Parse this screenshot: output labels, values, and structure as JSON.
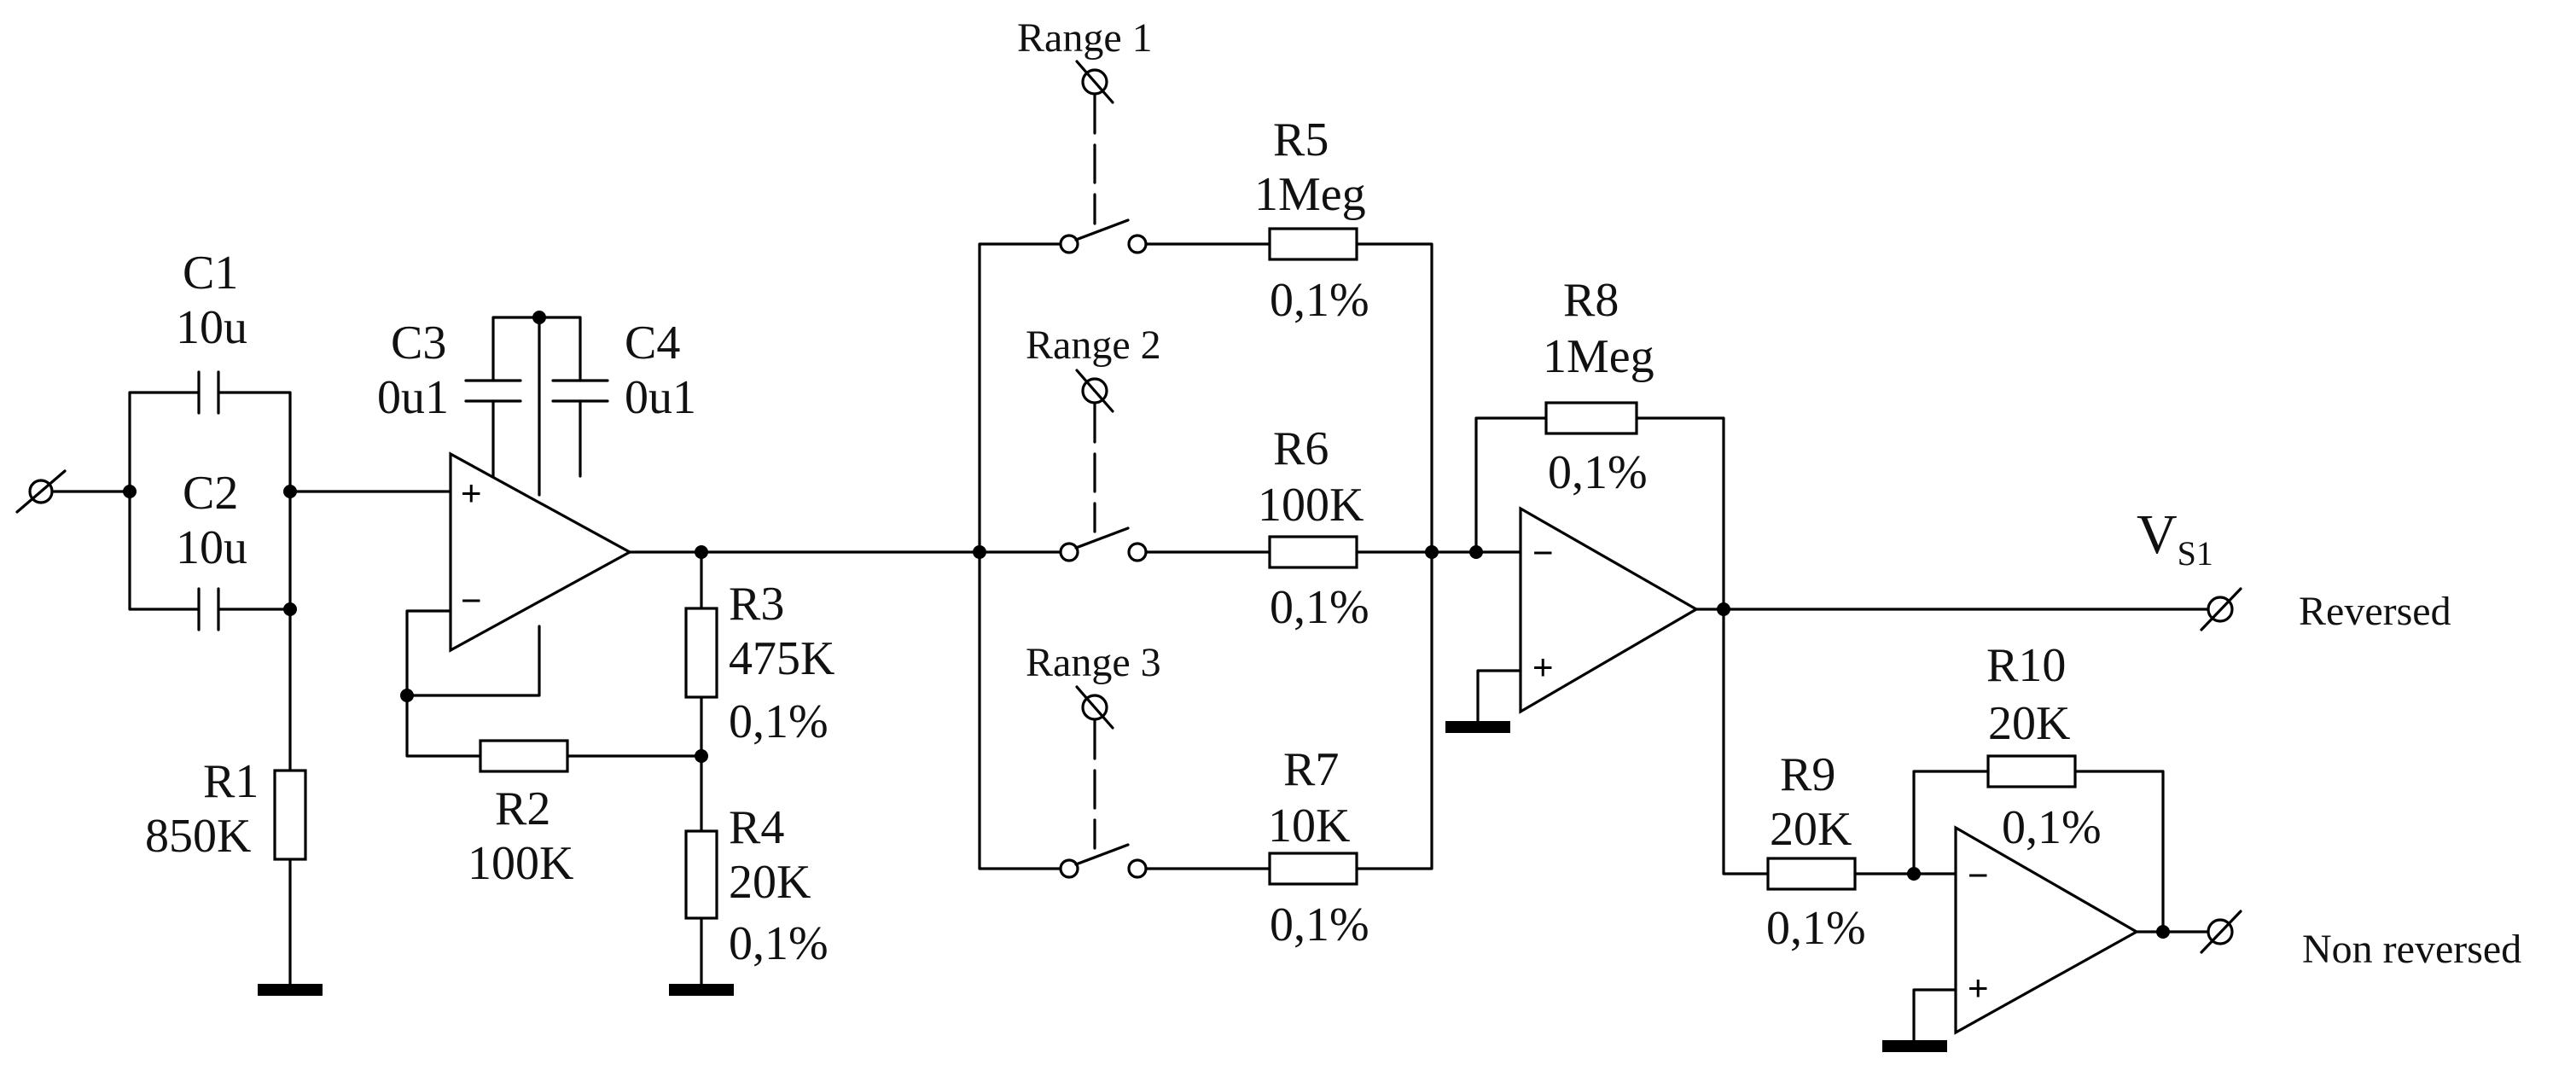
{
  "components": {
    "C1": {
      "name": "C1",
      "value": "10u"
    },
    "C2": {
      "name": "C2",
      "value": "10u"
    },
    "C3": {
      "name": "C3",
      "value": "0u1"
    },
    "C4": {
      "name": "C4",
      "value": "0u1"
    },
    "R1": {
      "name": "R1",
      "value": "850K"
    },
    "R2": {
      "name": "R2",
      "value": "100K"
    },
    "R3": {
      "name": "R3",
      "value": "475K",
      "tolerance": "0,1%"
    },
    "R4": {
      "name": "R4",
      "value": "20K",
      "tolerance": "0,1%"
    },
    "R5": {
      "name": "R5",
      "value": "1Meg",
      "tolerance": "0,1%"
    },
    "R6": {
      "name": "R6",
      "value": "100K",
      "tolerance": "0,1%"
    },
    "R7": {
      "name": "R7",
      "value": "10K",
      "tolerance": "0,1%"
    },
    "R8": {
      "name": "R8",
      "value": "1Meg",
      "tolerance": "0,1%"
    },
    "R9": {
      "name": "R9",
      "value": "20K",
      "tolerance": "0,1%"
    },
    "R10": {
      "name": "R10",
      "value": "20K",
      "tolerance": "0,1%"
    }
  },
  "switches": [
    {
      "label": "Range 1"
    },
    {
      "label": "Range 2"
    },
    {
      "label": "Range 3"
    }
  ],
  "opamp_signs": {
    "plus": "+",
    "minus": "−"
  },
  "output": {
    "voltage_main": "V",
    "voltage_sub": "S1",
    "reversed_label": "Reversed",
    "non_reversed_label": "Non reversed"
  }
}
